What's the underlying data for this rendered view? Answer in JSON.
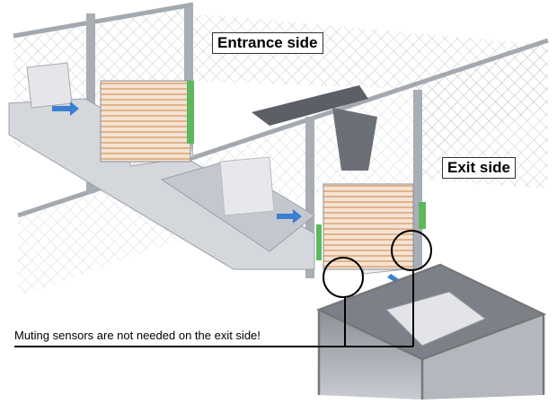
{
  "labels": {
    "entrance_side": "Entrance side",
    "exit_side": "Exit side",
    "callout": "Muting sensors are not needed on the exit side!"
  },
  "colors": {
    "light_curtain_beams": "#e0a070",
    "sensor_green": "#5cb85c",
    "frame": "#9aa0a8",
    "callout_line": "#000000"
  }
}
